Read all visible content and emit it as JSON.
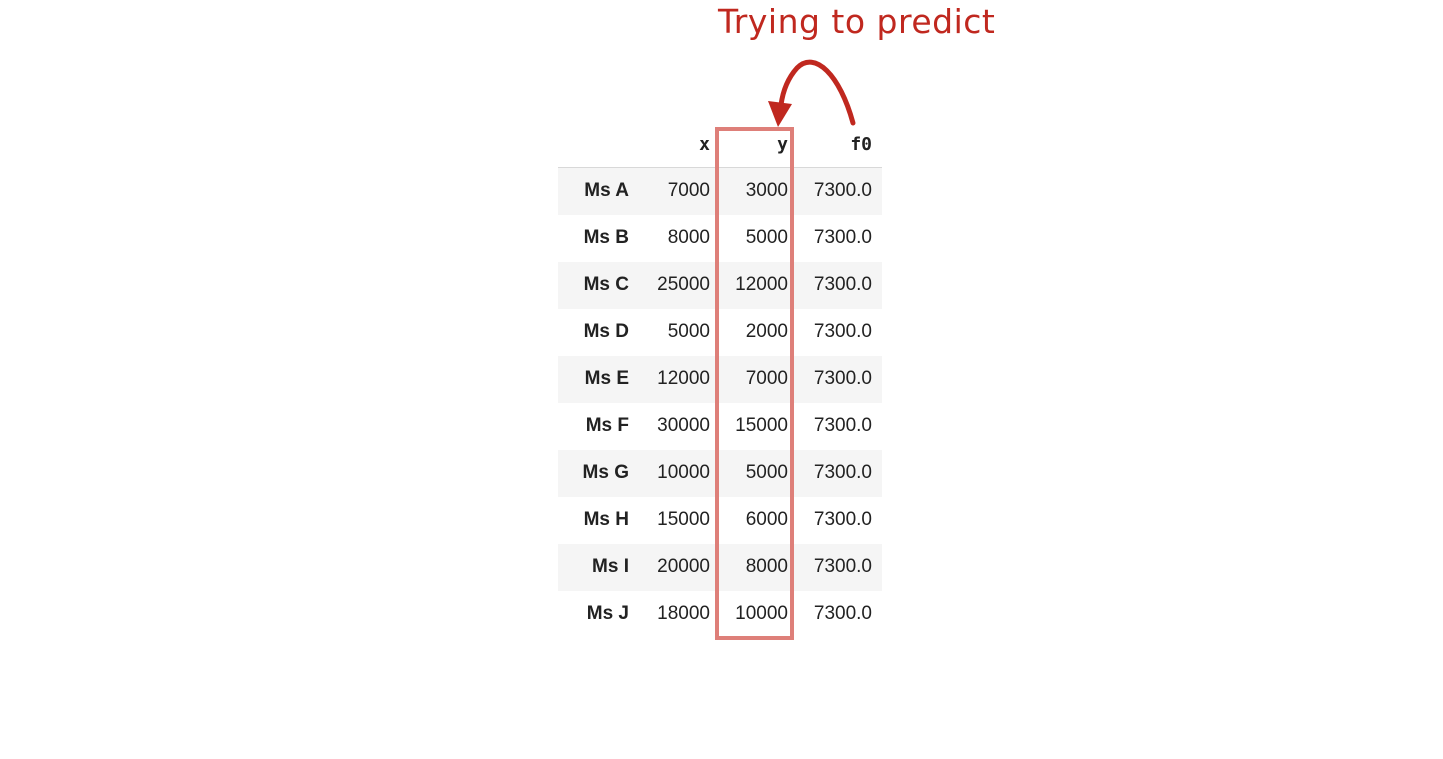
{
  "annotation": {
    "text": "Trying to predict",
    "color": "#c0281f",
    "arrow_icon": "curved-arrow-icon",
    "highlight_color": "#de7f79"
  },
  "table": {
    "columns": [
      "x",
      "y",
      "f0"
    ],
    "rows": [
      {
        "label": "Ms A",
        "x": "7000",
        "y": "3000",
        "f0": "7300.0"
      },
      {
        "label": "Ms B",
        "x": "8000",
        "y": "5000",
        "f0": "7300.0"
      },
      {
        "label": "Ms C",
        "x": "25000",
        "y": "12000",
        "f0": "7300.0"
      },
      {
        "label": "Ms D",
        "x": "5000",
        "y": "2000",
        "f0": "7300.0"
      },
      {
        "label": "Ms E",
        "x": "12000",
        "y": "7000",
        "f0": "7300.0"
      },
      {
        "label": "Ms F",
        "x": "30000",
        "y": "15000",
        "f0": "7300.0"
      },
      {
        "label": "Ms G",
        "x": "10000",
        "y": "5000",
        "f0": "7300.0"
      },
      {
        "label": "Ms H",
        "x": "15000",
        "y": "6000",
        "f0": "7300.0"
      },
      {
        "label": "Ms I",
        "x": "20000",
        "y": "8000",
        "f0": "7300.0"
      },
      {
        "label": "Ms J",
        "x": "18000",
        "y": "10000",
        "f0": "7300.0"
      }
    ]
  }
}
